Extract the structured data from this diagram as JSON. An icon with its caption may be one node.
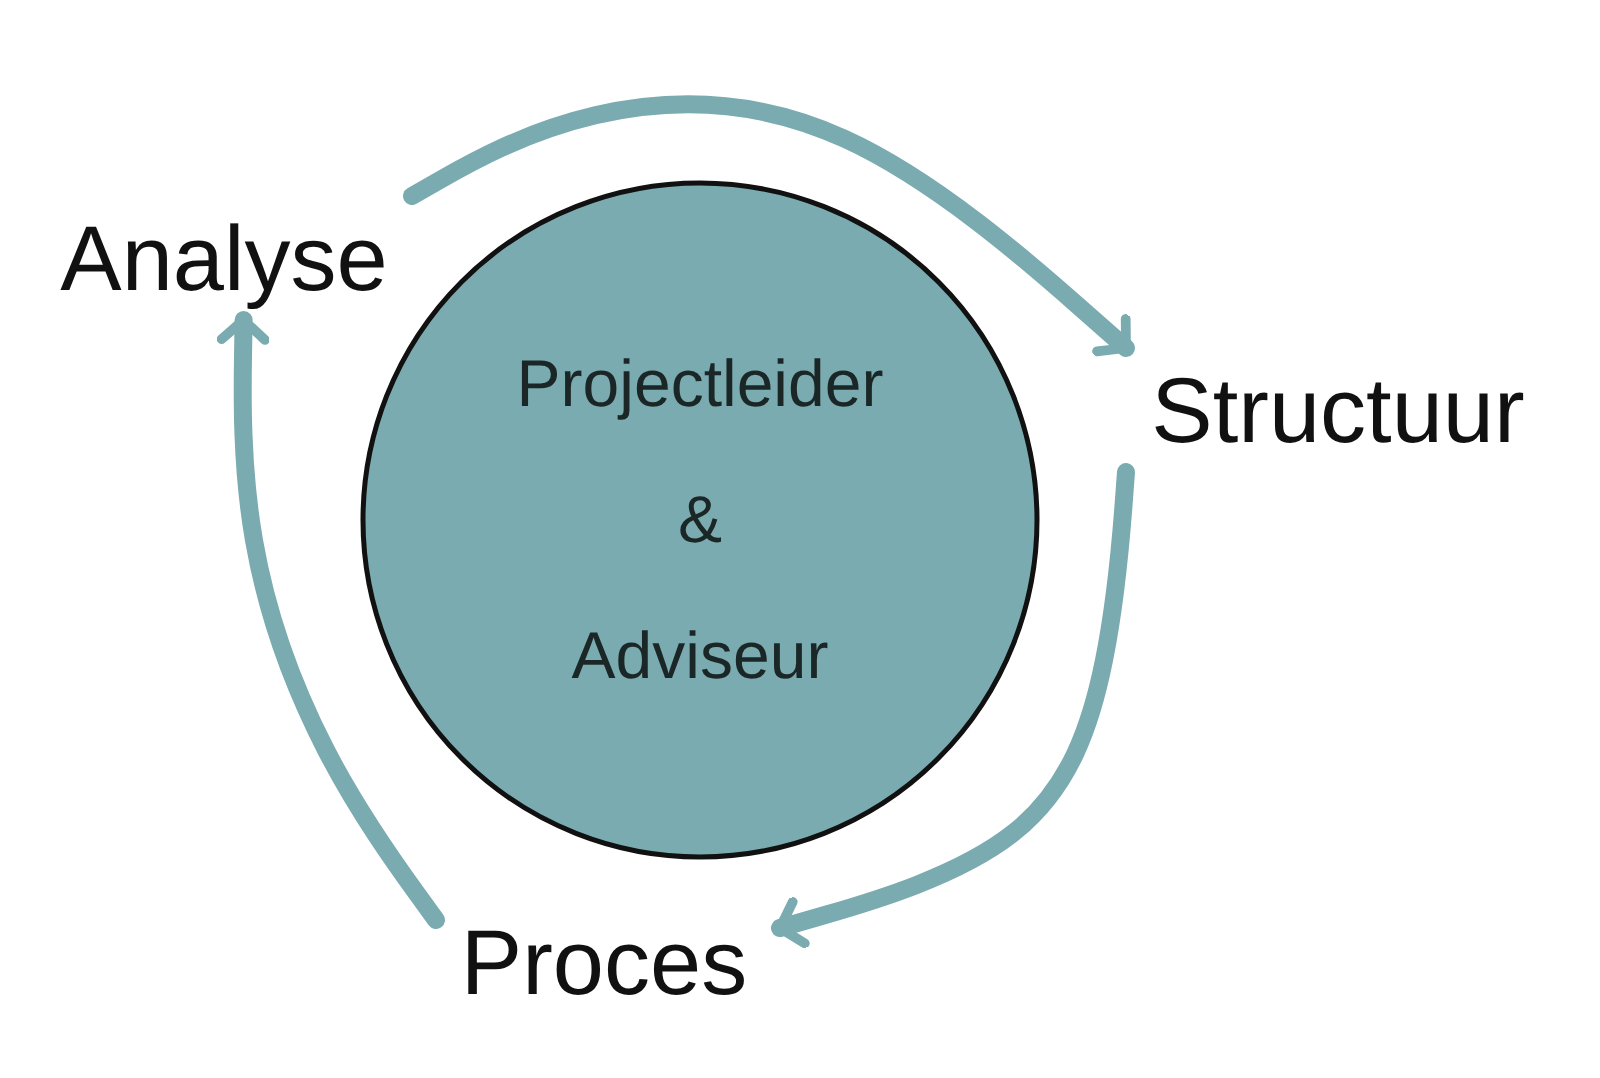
{
  "diagram": {
    "nodes": [
      {
        "text": [
          "Projectleider & Adviseur"
        ]
      },
      {
        "text": [
          "Analyse"
        ]
      },
      {
        "text": [
          "Structuur"
        ]
      },
      {
        "text": [
          "Proces"
        ]
      }
    ],
    "edges": [
      {
        "from": 1,
        "to": 2,
        "arrow": "to"
      },
      {
        "from": 2,
        "to": 3,
        "arrow": "to"
      },
      {
        "from": 3,
        "to": 1,
        "arrow": "to"
      }
    ]
  }
}
